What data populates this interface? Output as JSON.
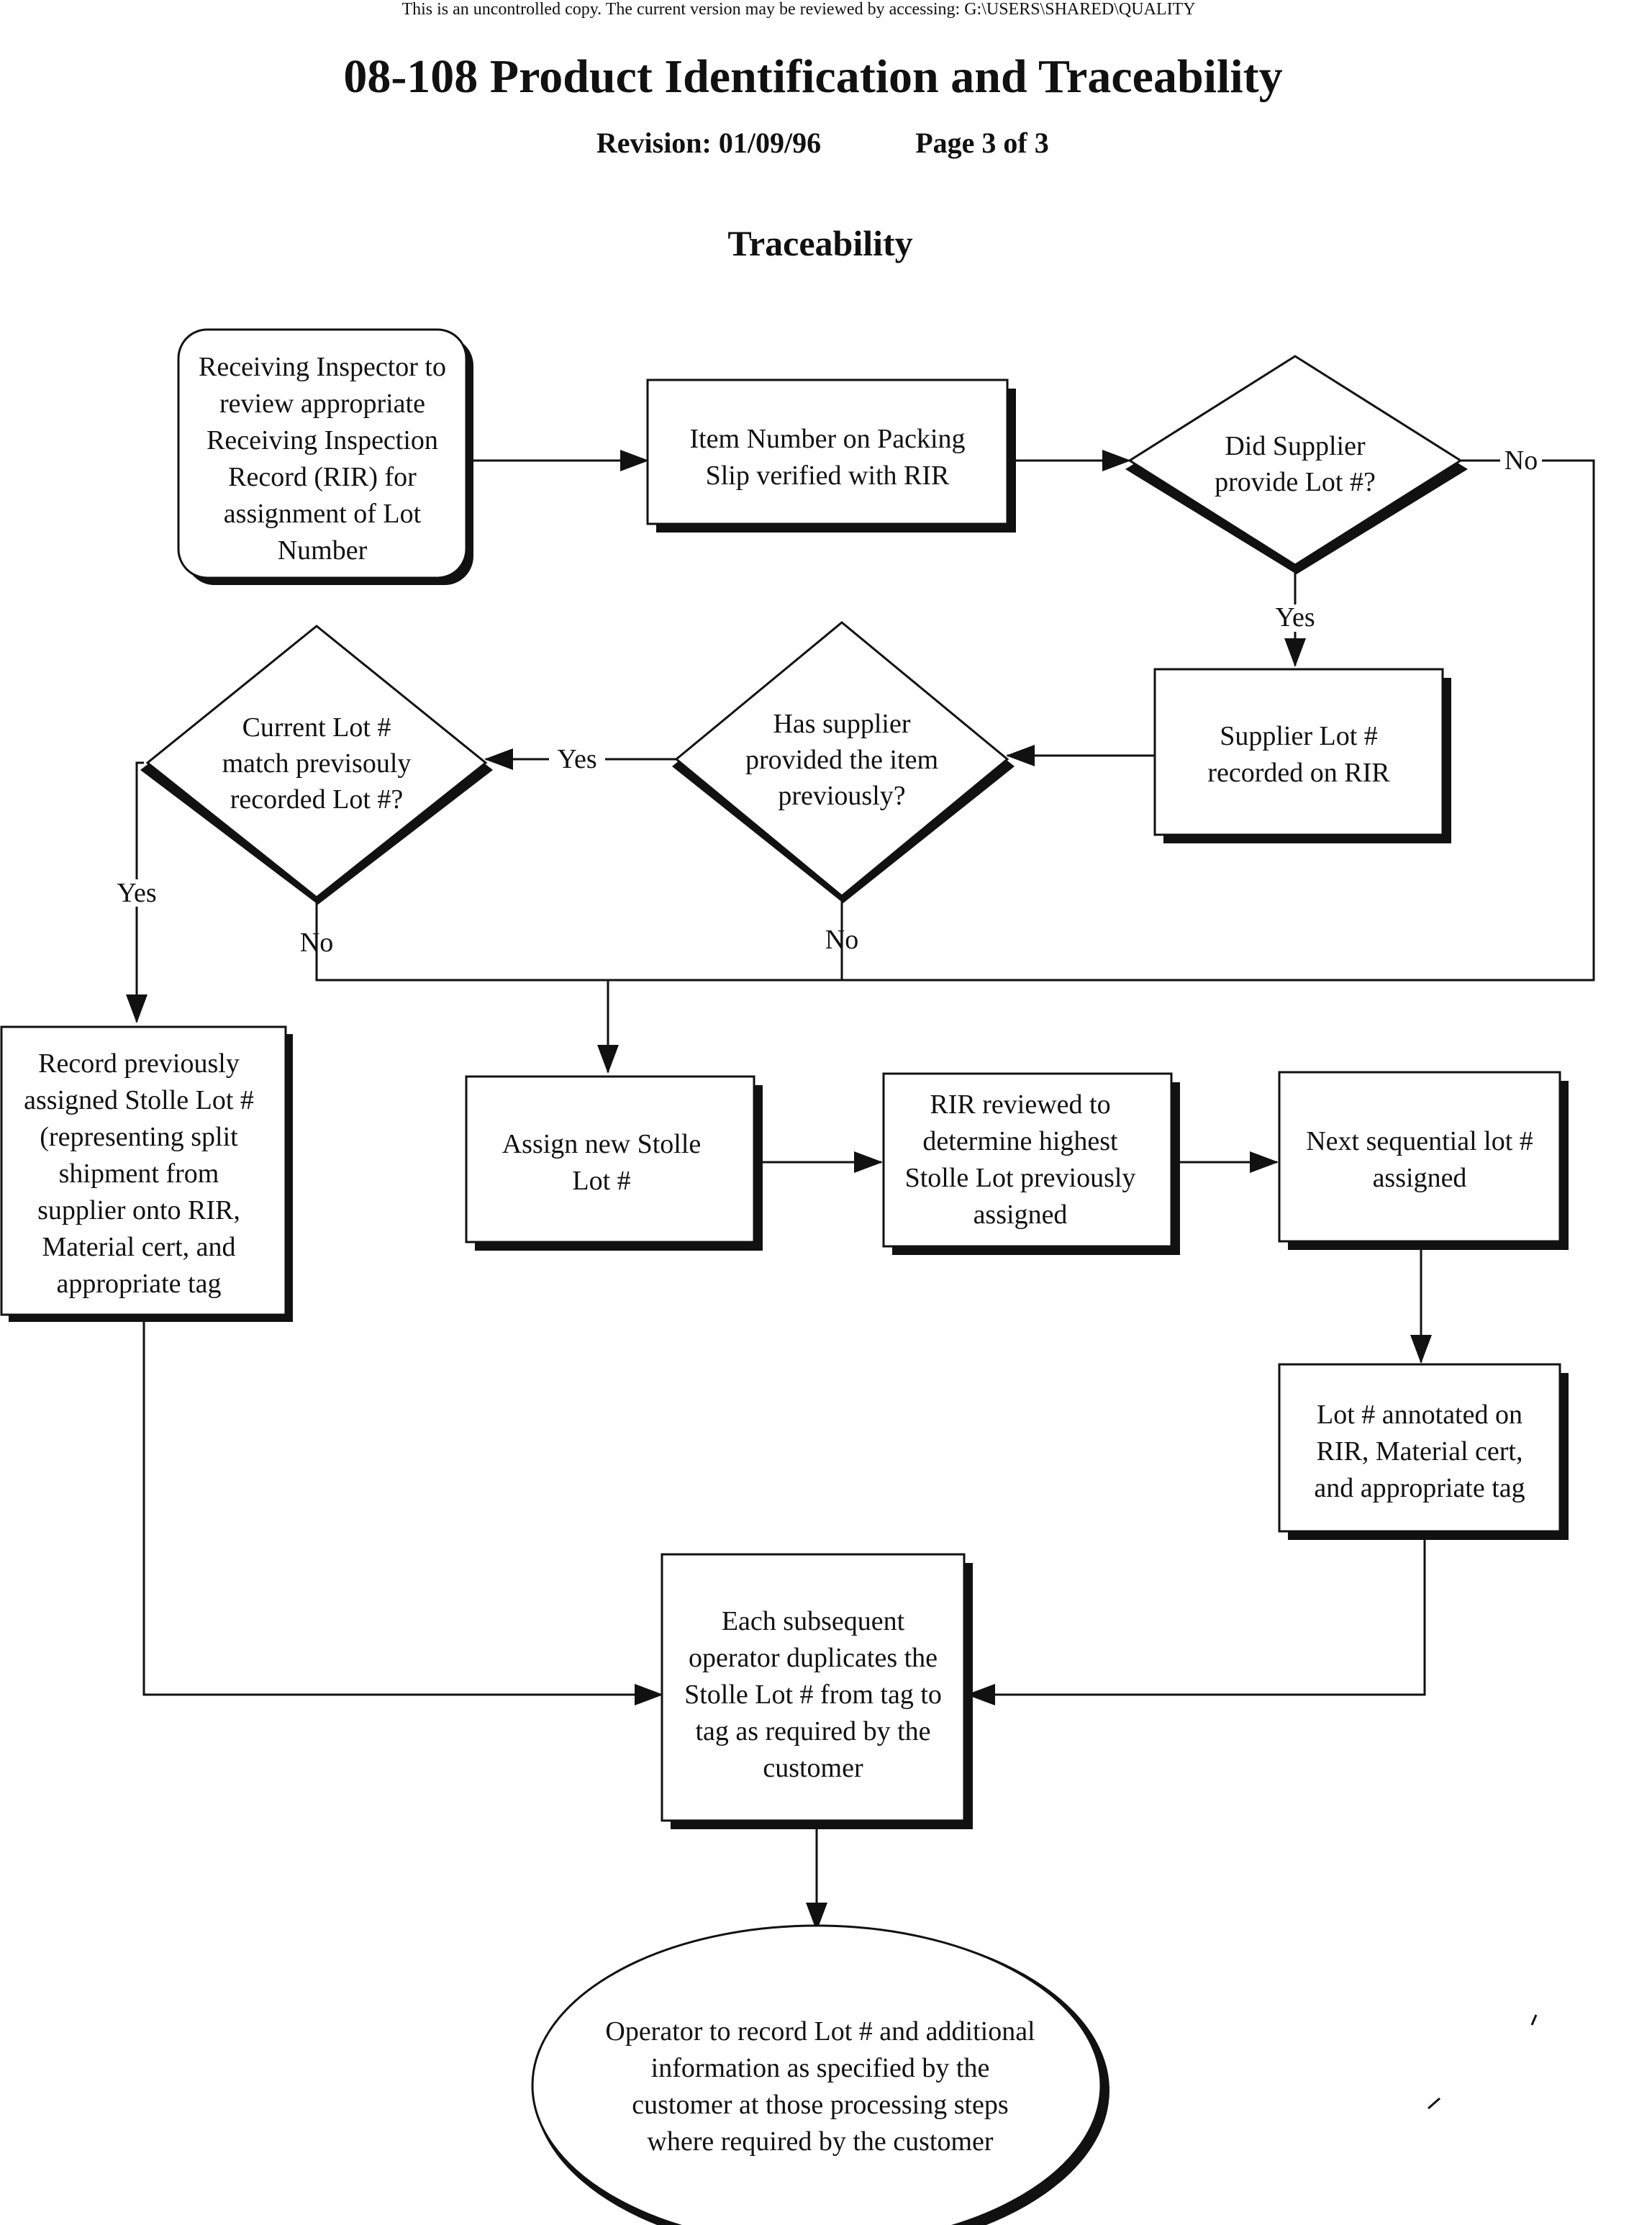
{
  "header": {
    "notice": "This is an uncontrolled copy.  The current version may be reviewed by accessing:  G:\\USERS\\SHARED\\QUALITY",
    "title": "08-108 Product Identification and Traceability",
    "revision": "Revision:  01/09/96",
    "page": "Page 3 of 3",
    "section": "Traceability"
  },
  "nodes": {
    "start": [
      "Receiving Inspector to",
      "review appropriate",
      "Receiving Inspection",
      "Record (RIR) for",
      "assignment of Lot",
      "Number"
    ],
    "packing": [
      "Item Number on Packing",
      "Slip verified with RIR"
    ],
    "supplier_lot_q": [
      "Did Supplier",
      "provide Lot #?"
    ],
    "supplier_lot_rec": [
      "Supplier Lot #",
      "recorded on RIR"
    ],
    "prev_q": [
      "Has supplier",
      "provided the item",
      "previously?"
    ],
    "match_q": [
      "Current Lot #",
      "match previsouly",
      "recorded Lot #?"
    ],
    "record_prev": [
      "Record previously",
      "assigned Stolle Lot #",
      "(representing split",
      "shipment from",
      "supplier onto RIR,",
      "Material cert, and",
      "appropriate tag"
    ],
    "assign_new": [
      "Assign new Stolle",
      "Lot #"
    ],
    "rir_reviewed": [
      "RIR reviewed to",
      "determine highest",
      "Stolle Lot previously",
      "assigned"
    ],
    "next_seq": [
      "Next sequential lot #",
      "assigned"
    ],
    "annotated": [
      "Lot # annotated on",
      "RIR, Material cert,",
      "and appropriate tag"
    ],
    "each_subsequent": [
      "Each subsequent",
      "operator duplicates the",
      "Stolle Lot # from tag to",
      "tag as required by the",
      "customer"
    ],
    "end": [
      "Operator to record Lot # and additional",
      "information as specified by the",
      "customer at those processing steps",
      "where required by the customer"
    ]
  },
  "labels": {
    "no_supplier": "No",
    "yes_supplier": "Yes",
    "yes_prev": "Yes",
    "no_prev": "No",
    "yes_match": "Yes",
    "no_match": "No"
  }
}
